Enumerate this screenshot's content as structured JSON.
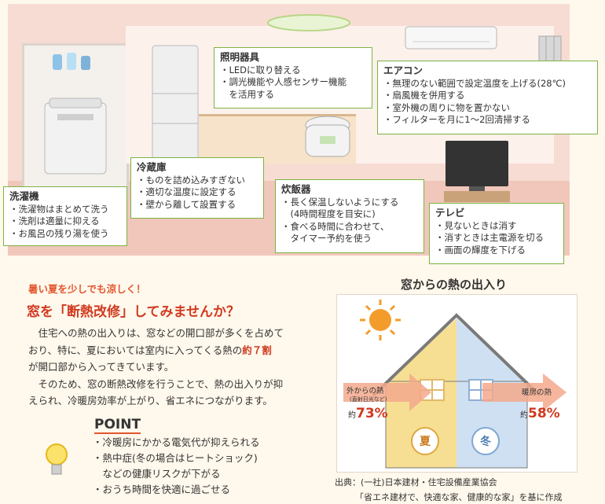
{
  "room": {
    "washer": {
      "title": "洗濯機",
      "items": [
        "・洗濯物はまとめて洗う",
        "・洗剤は適量に抑える",
        "・お風呂の残り湯を使う"
      ]
    },
    "fridge": {
      "title": "冷蔵庫",
      "items": [
        "・ものを詰め込みすぎない",
        "・適切な温度に設定する",
        "・壁から離して設置する"
      ]
    },
    "light": {
      "title": "照明器具",
      "items": [
        "・LEDに取り替える",
        "・調光機能や人感センサー機能",
        "　を活用する"
      ]
    },
    "rice": {
      "title": "炊飯器",
      "items": [
        "・長く保温しないようにする",
        "　(4時間程度を目安に)",
        "・食べる時間に合わせて、",
        "　タイマー予約を使う"
      ]
    },
    "aircon": {
      "title": "エアコン",
      "items": [
        "・無理のない範囲で設定温度を上げる(28℃)",
        "・扇風機を併用する",
        "・室外機の周りに物を置かない",
        "・フィルターを月に1～2回清掃する"
      ]
    },
    "tv": {
      "title": "テレビ",
      "items": [
        "・見ないときは消す",
        "・消すときは主電源を切る",
        "・画面の輝度を下げる"
      ]
    }
  },
  "article": {
    "headline1": "暑い夏を少しでも涼しく！",
    "headline2": "窓を「断熱改修」してみませんか？",
    "para1_a": "　住宅への熱の出入りは、窓などの開口部が多くを占めて",
    "para1_b": "おり、特に、夏においては室内に入ってくる熱の",
    "para1_red": "約７割",
    "para1_c": "が開口部から入ってきています。",
    "para2_a": "　そのため、窓の断熱改修を行うことで、熱の出入りが抑",
    "para2_b": "えられ、冷暖房効率が上がり、省エネにつながります。",
    "point_title": "POINT",
    "points": [
      "・冷暖房にかかる電気代が抑えられる",
      "・熱中症(冬の場合はヒートショック)",
      "　などの健康リスクが下がる",
      "・おうち時間を快適に過ごせる"
    ]
  },
  "diagram": {
    "title": "窓からの熱の出入り",
    "summer_label": "夏",
    "winter_label": "冬",
    "out_heat": "外からの熱",
    "out_heat_note": "(直射日光など)",
    "out_pct_prefix": "約",
    "out_pct": "73%",
    "heat_label": "暖房の熱",
    "in_pct_prefix": "約",
    "in_pct": "58%"
  },
  "source": {
    "line1": "出典：(一社)日本建材・住宅設備産業協会",
    "line2": "「省エネ建材で、快適な家、健康的な家」を基に作成"
  }
}
